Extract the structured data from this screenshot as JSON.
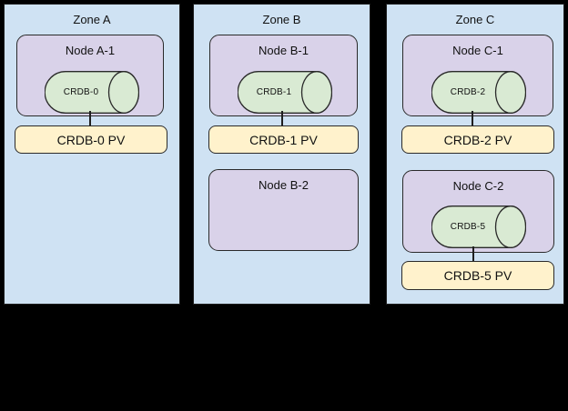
{
  "diagram": {
    "background": "#000000",
    "colors": {
      "zone_fill": "#cfe2f3",
      "node_fill": "#d9d2e9",
      "cylinder_fill": "#d9ead3",
      "pv_fill": "#fff2cc",
      "border": "#1f1f1f"
    },
    "zones": [
      {
        "label": "Zone A",
        "nodes": [
          {
            "label": "Node A-1",
            "cylinder_label": "CRDB-0",
            "pv_label": "CRDB-0 PV"
          }
        ]
      },
      {
        "label": "Zone B",
        "nodes": [
          {
            "label": "Node B-1",
            "cylinder_label": "CRDB-1",
            "pv_label": "CRDB-1 PV"
          },
          {
            "label": "Node B-2"
          }
        ]
      },
      {
        "label": "Zone C",
        "nodes": [
          {
            "label": "Node C-1",
            "cylinder_label": "CRDB-2",
            "pv_label": "CRDB-2 PV"
          },
          {
            "label": "Node C-2",
            "cylinder_label": "CRDB-5",
            "pv_label": "CRDB-5 PV"
          }
        ]
      }
    ]
  }
}
